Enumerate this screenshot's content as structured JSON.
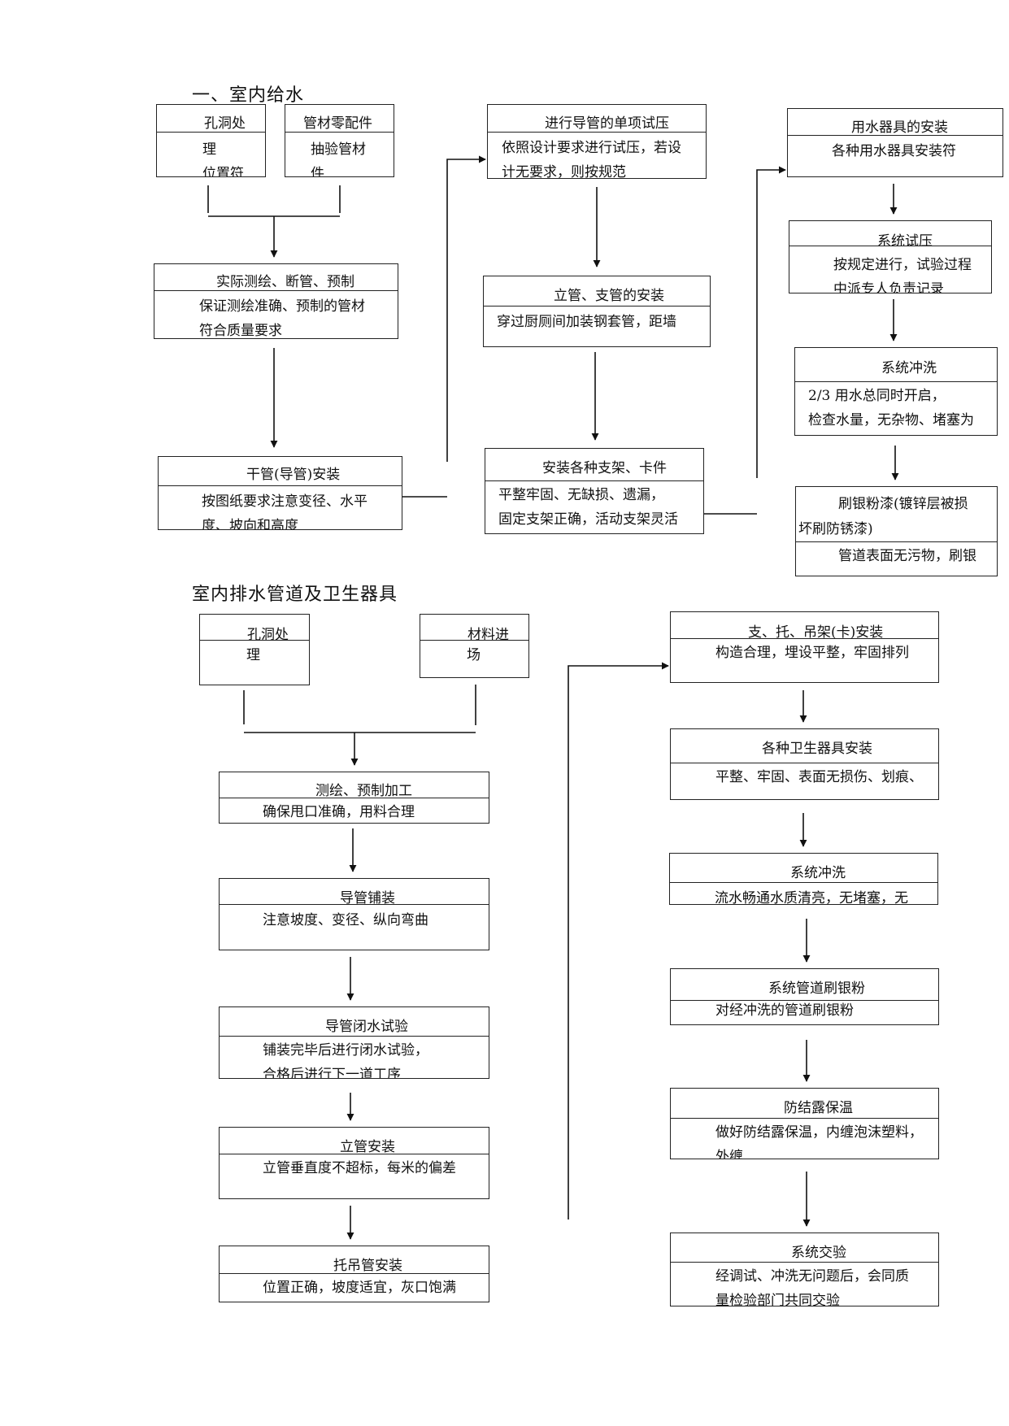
{
  "headings": {
    "water_supply": "一、室内给水",
    "drainage": "室内排水管道及卫生器具"
  },
  "water_supply": {
    "hole": {
      "title": "孔洞处",
      "desc": "理\n位置符"
    },
    "pipe_parts": {
      "title": "管材零配件",
      "desc": "抽验管材\n件"
    },
    "measure": {
      "title": "实际测绘、断管、预制",
      "desc": "保证测绘准确、预制的管材\n符合质量要求"
    },
    "main_pipe": {
      "title": "干管(导管)安装",
      "desc": "按图纸要求注意变径、水平\n度、坡向和高度"
    },
    "single_test": {
      "title": "进行导管的单项试压",
      "desc": "依照设计要求进行试压，若设\n计无要求，则按规范"
    },
    "riser": {
      "title": "立管、支管的安装",
      "desc": "穿过厨厕间加装钢套管，距墙"
    },
    "supports": {
      "title": "安装各种支架、卡件",
      "desc": "平整牢固、无缺损、遗漏，\n固定支架正确，活动支架灵活"
    },
    "fixtures": {
      "title": "用水器具的安装",
      "desc": "各种用水器具安装符"
    },
    "system_test": {
      "title": "系统试压",
      "desc": "按规定进行，试验过程\n中派专人负责记录"
    },
    "flush": {
      "title": "系统冲洗",
      "desc": "2/3 用水总同时开启，\n检查水量，无杂物、堵塞为"
    },
    "paint": {
      "title": "刷银粉漆(镀锌层被损",
      "title2": "坏刷防锈漆)",
      "desc": "管道表面无污物，刷银"
    }
  },
  "drainage": {
    "hole": {
      "title": "孔洞处",
      "desc": "理"
    },
    "materials": {
      "title": "材料进",
      "desc": "场"
    },
    "measure": {
      "title": "测绘、预制加工",
      "desc": "确保甩口准确，用料合理"
    },
    "guide_lay": {
      "title": "导管铺装",
      "desc": "注意坡度、变径、纵向弯曲"
    },
    "closed_test": {
      "title": "导管闭水试验",
      "desc": "铺装完毕后进行闭水试验，\n合格后进行下一道工序"
    },
    "riser": {
      "title": "立管安装",
      "desc": "立管垂直度不超标，每米的偏差"
    },
    "hanger_pipe": {
      "title": "托吊管安装",
      "desc": "位置正确，坡度适宜，灰口饱满"
    },
    "hangers": {
      "title": "支、托、吊架(卡)安装",
      "desc": "构造合理，埋设平整，牢固排列"
    },
    "sanitary": {
      "title": "各种卫生器具安装",
      "desc": "平整、牢固、表面无损伤、划痕、"
    },
    "flush": {
      "title": "系统冲洗",
      "desc": "流水畅通水质清亮，无堵塞，无"
    },
    "silver": {
      "title": "系统管道刷银粉",
      "desc": "对经冲洗的管道刷银粉"
    },
    "insulation": {
      "title": "防结露保温",
      "desc": "做好防结露保温，内缠泡沫塑料，\n外缠"
    },
    "acceptance": {
      "title": "系统交验",
      "desc": "经调试、冲洗无问题后，会同质\n量检验部门共同交验"
    }
  }
}
